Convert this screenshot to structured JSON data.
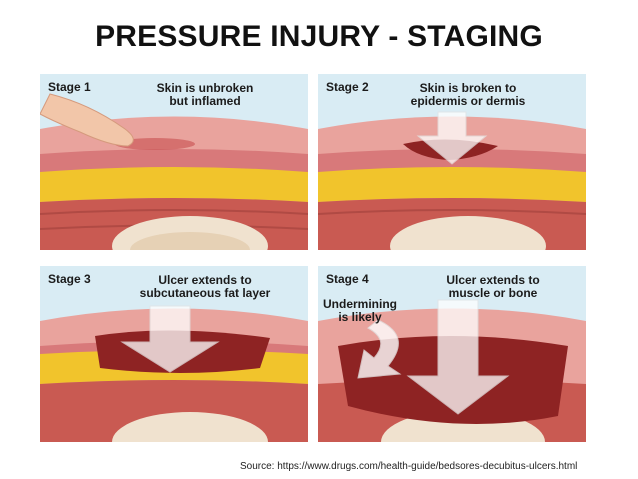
{
  "title": "PRESSURE INJURY - STAGING",
  "panels": [
    {
      "stage": "Stage 1",
      "caption_1": "Skin is unbroken",
      "caption_2": "but inflamed"
    },
    {
      "stage": "Stage 2",
      "caption_1": "Skin is broken to",
      "caption_2": "epidermis or dermis"
    },
    {
      "stage": "Stage 3",
      "caption_1": "Ulcer extends to",
      "caption_2": "subcutaneous fat layer"
    },
    {
      "stage": "Stage 4",
      "caption_1": "Ulcer extends to",
      "caption_2": "muscle or bone",
      "note_1": "Undermining",
      "note_2": "is likely"
    }
  ],
  "source": "Source: https://www.drugs.com/health-guide/bedsores-decubitus-ulcers.html",
  "colors": {
    "background": "#d9ecf4",
    "skin": "#e9a39d",
    "fat": "#f1c42c",
    "muscle": "#c95a52",
    "bone": "#f0e2cf",
    "wound": "#8e2323",
    "arrow": "#ffffff"
  }
}
